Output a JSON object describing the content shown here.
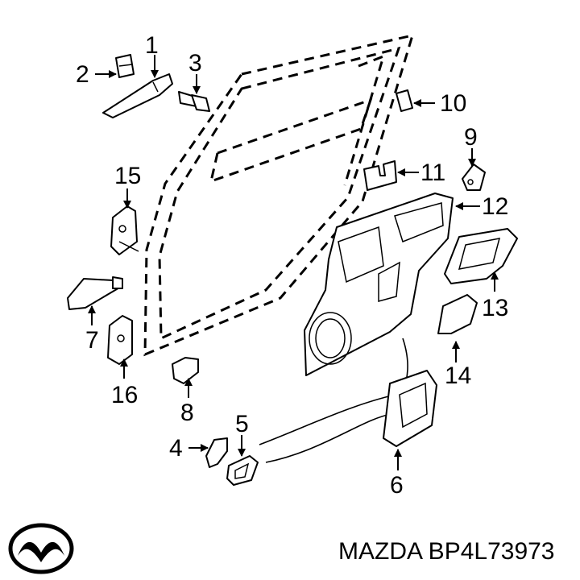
{
  "callouts": {
    "c1": "1",
    "c2": "2",
    "c3": "3",
    "c4": "4",
    "c5": "5",
    "c6": "6",
    "c7": "7",
    "c8": "8",
    "c9": "9",
    "c10": "10",
    "c11": "11",
    "c12": "12",
    "c13": "13",
    "c14": "14",
    "c15": "15",
    "c16": "16"
  },
  "footer": {
    "part_label": "MAZDA BP4L73973",
    "brand_logo": "MAZDA"
  },
  "icons": {
    "logo": "mazda-logo"
  }
}
